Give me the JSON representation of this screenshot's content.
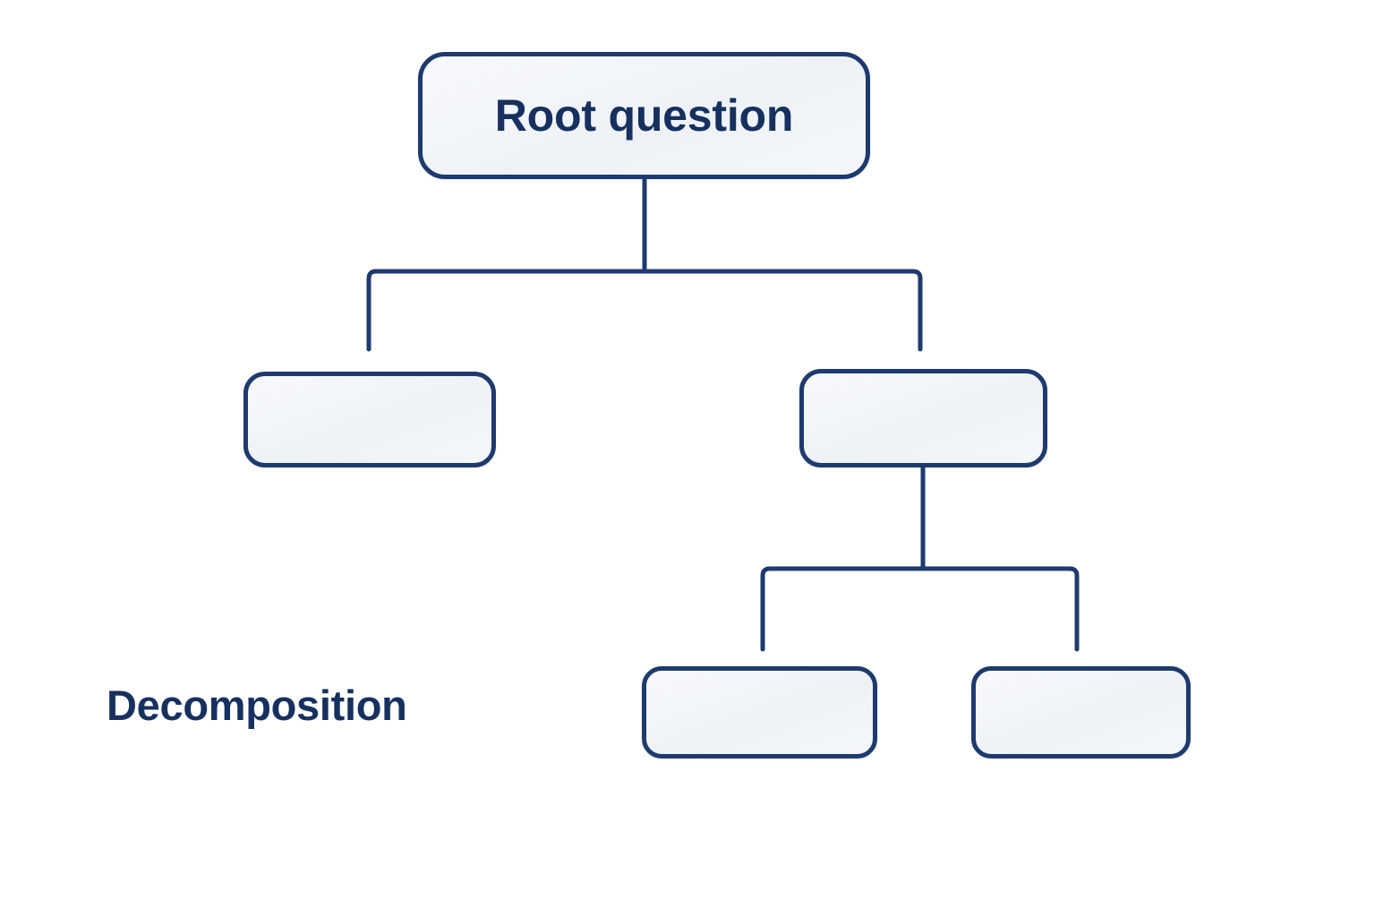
{
  "diagram": {
    "type": "tree",
    "caption": "Decomposition",
    "colors": {
      "stroke": "#1e3a6e",
      "text": "#16305f",
      "node_fill": "#f4f7fa",
      "background": "#ffffff"
    },
    "nodes": [
      {
        "id": "root",
        "level": 1,
        "label": "Root question"
      },
      {
        "id": "l2-left",
        "level": 2,
        "label": ""
      },
      {
        "id": "l2-right",
        "level": 2,
        "label": ""
      },
      {
        "id": "l3-left",
        "level": 3,
        "label": ""
      },
      {
        "id": "l3-right",
        "level": 3,
        "label": ""
      }
    ],
    "edges": [
      {
        "from": "root",
        "to": "l2-left"
      },
      {
        "from": "root",
        "to": "l2-right"
      },
      {
        "from": "l2-right",
        "to": "l3-left"
      },
      {
        "from": "l2-right",
        "to": "l3-right"
      }
    ]
  }
}
